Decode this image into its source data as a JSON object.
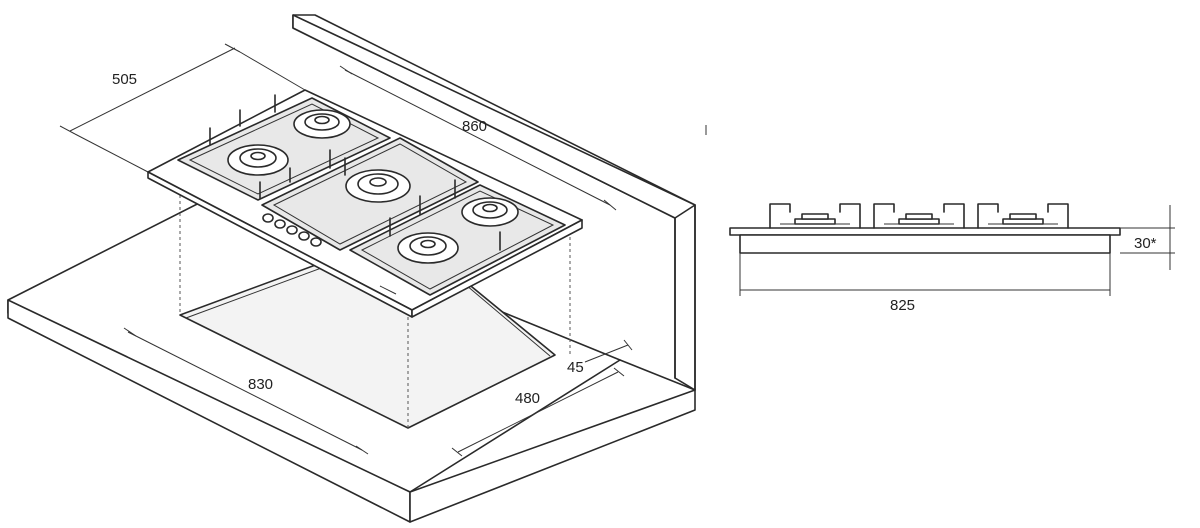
{
  "dimensions": {
    "depth": "505",
    "width": "860",
    "cutout_width": "830",
    "cutout_depth": "480",
    "wall_clearance": "45",
    "side_width": "825",
    "height": "30*"
  },
  "colors": {
    "line": "#2a2a2a",
    "background": "#ffffff"
  }
}
